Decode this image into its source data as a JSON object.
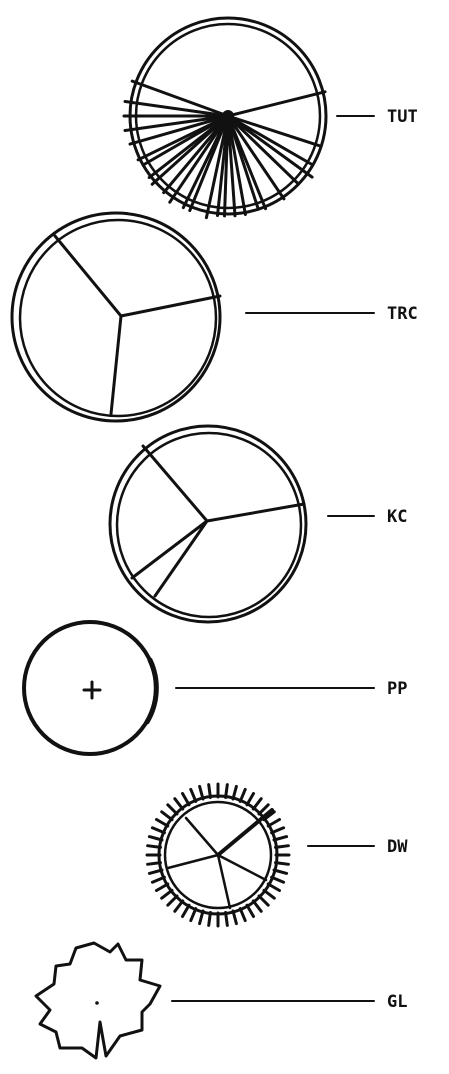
{
  "diagram": {
    "ink_color": "#111111",
    "background_color": "#ffffff",
    "symbols": [
      {
        "label": "TUT",
        "icon": "tut-spoked-wheel-icon"
      },
      {
        "label": "TRC",
        "icon": "trc-three-segment-circle-icon"
      },
      {
        "label": "KC",
        "icon": "kc-four-segment-circle-icon"
      },
      {
        "label": "PP",
        "icon": "pp-crosshair-circle-icon"
      },
      {
        "label": "DW",
        "icon": "dw-toothed-ring-icon"
      },
      {
        "label": "GL",
        "icon": "gl-notched-star-icon"
      }
    ]
  }
}
